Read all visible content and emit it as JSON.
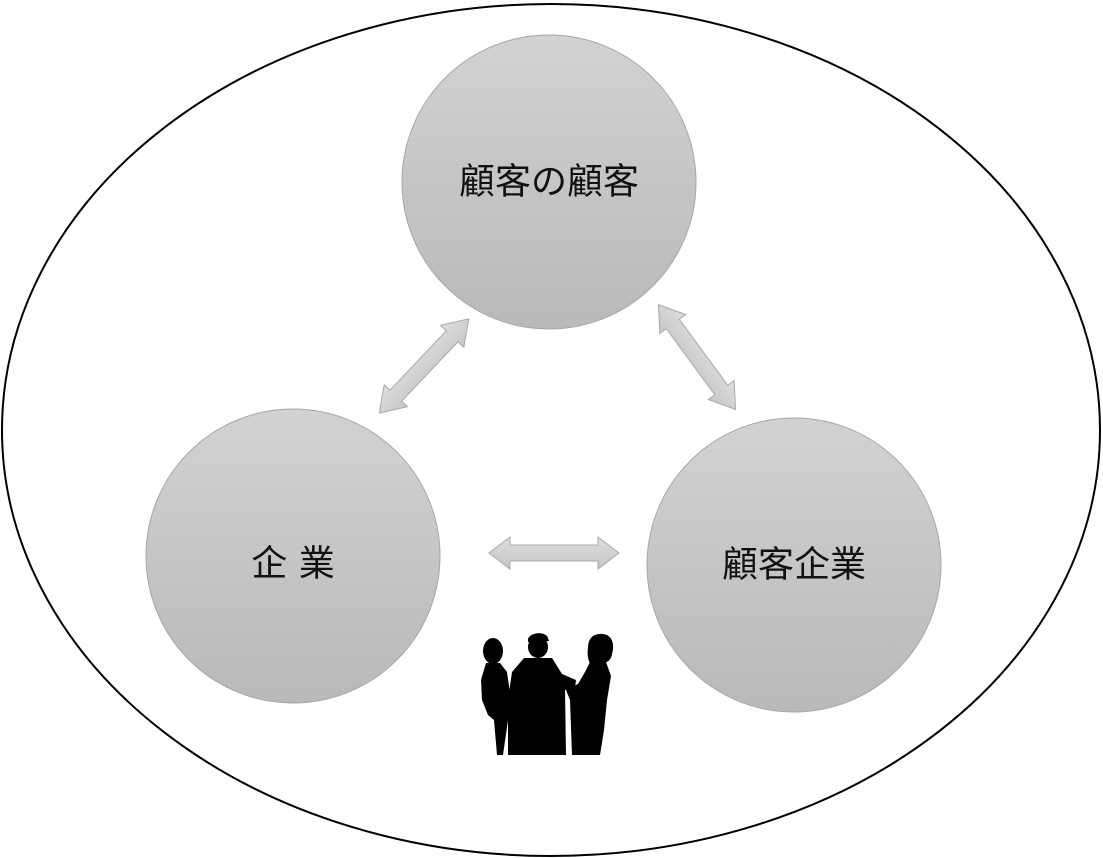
{
  "diagram": {
    "nodes": {
      "top": {
        "label": "顧客の顧客"
      },
      "left": {
        "label": "企 業"
      },
      "right": {
        "label": "顧客企業"
      }
    },
    "colors": {
      "background": "#ffffff",
      "outer_ellipse_stroke": "#000000",
      "circle_gradient_top": "#d2d2d2",
      "circle_gradient_bottom": "#b9b9b9",
      "circle_stroke": "#a6a6a6",
      "arrow_fill": "#d0d0d0",
      "arrow_stroke": "#a8a8a8",
      "silhouette": "#000000",
      "label_text": "#111111"
    },
    "icons": [
      "double-arrow-icon",
      "people-silhouette-icon"
    ]
  }
}
